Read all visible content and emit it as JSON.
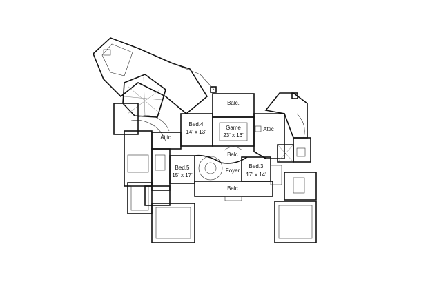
{
  "rooms": {
    "balc_top": "Balc.",
    "game": "Game",
    "game_size": "23' x 16'",
    "bed4": "Bed.4",
    "bed4_size": "14' x 13'",
    "attic_left": "Attic",
    "attic_right": "Attic",
    "balc_mid": "Balc.",
    "bed5": "Bed.5",
    "bed5_size": "15' x 17'",
    "foyer": "Foyer",
    "bed3": "Bed.3",
    "bed3_size": "17' x 14'",
    "balc_bottom": "Balc."
  }
}
